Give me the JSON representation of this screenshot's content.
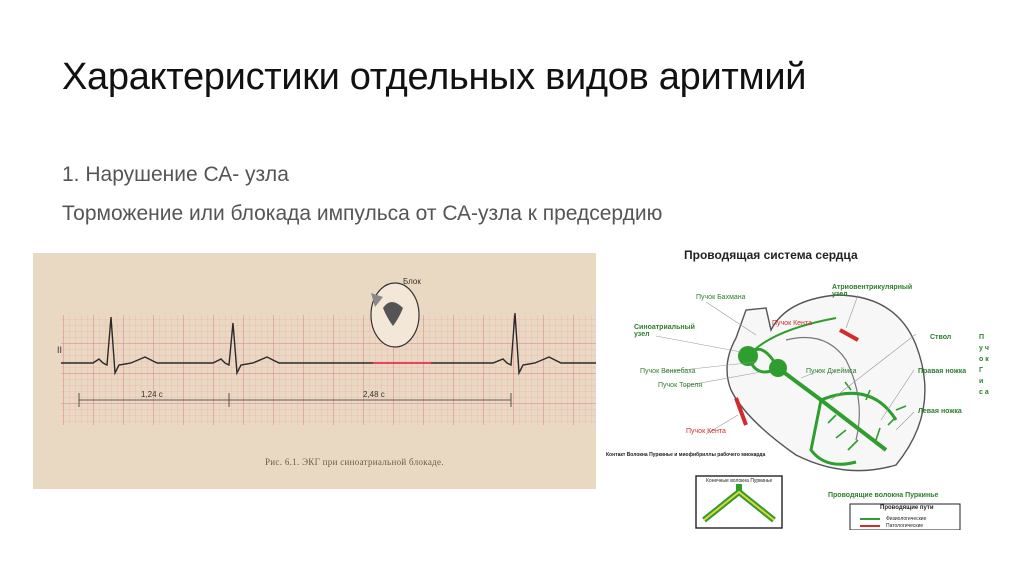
{
  "slide": {
    "title": "Характеристики отдельных видов аритмий",
    "bullets": [
      "1. Нарушение СА- узла",
      "Торможение или блокада импульса от СА-узла к предсердию"
    ]
  },
  "ecg_figure": {
    "lead_label": "II",
    "interval_1": "1,24 с",
    "interval_2": "2,48 с",
    "block_label": "Блок",
    "caption": "Рис. 6.1. ЭКГ при синоатриальной блокаде."
  },
  "heart_diagram": {
    "title": "Проводящая система сердца",
    "labels": {
      "bachmann": "Пучок Бахмана",
      "av_node": "Атриовентрикулярный узел",
      "sa_node": "Синоатриальный узел",
      "kent_top": "Пучок Кента",
      "trunk": "Ствол",
      "his": "П у ч о к  Г и с а",
      "wenckebach": "Пучок Венкебаха",
      "james": "Пучок Джеймса",
      "right_leg": "Правая ножка",
      "thorel": "Пучок Тореля",
      "left_leg": "Левая ножка",
      "kent_bottom": "Пучок Кента",
      "contact": "Контакт Волокна Пуркинье и миофибриллы рабочего миокарда",
      "purkinje_inset": "Конечные волокна Пуркинье",
      "purkinje": "Проводящие волокна Пуркинье"
    },
    "legend": {
      "title": "Проводящие пути",
      "items": [
        {
          "label": "Физиологические",
          "color": "#2e9e2e"
        },
        {
          "label": "Патологические",
          "color": "#d42a2a"
        }
      ]
    }
  },
  "colors": {
    "ecg_grid": "#e07a8c",
    "ecg_paper": "#ead9c2",
    "physiological": "#2e9e2e",
    "pathological": "#d42a2a"
  }
}
